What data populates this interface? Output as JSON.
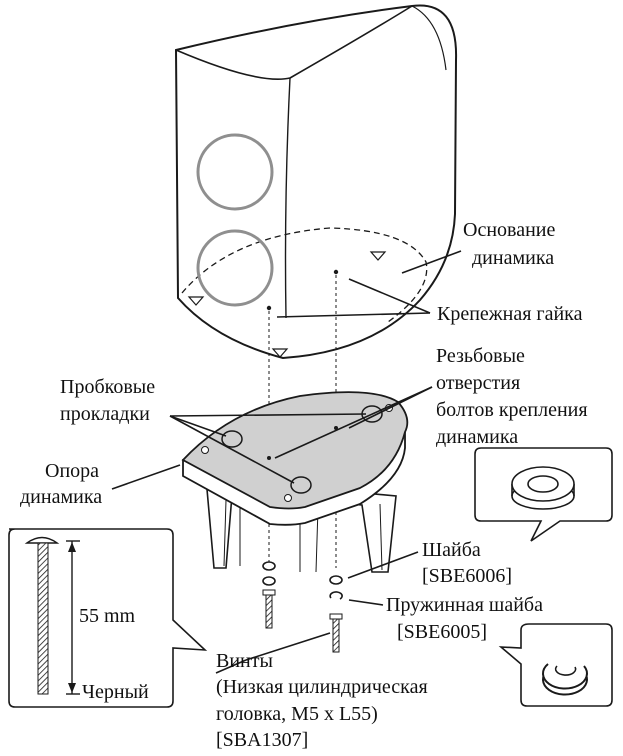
{
  "labels": {
    "speaker_base": [
      "Основание",
      "динамика"
    ],
    "mounting_nut": "Крепежная гайка",
    "threaded_holes": [
      "Резьбовые",
      "отверстия",
      "болтов крепления",
      "динамика"
    ],
    "cork_pads": [
      "Пробковые",
      "прокладки"
    ],
    "stand": [
      "Опора",
      "динамика"
    ],
    "washer": [
      "Шайба",
      "[SBE6006]"
    ],
    "spring_washer": [
      "Пружинная шайба",
      "[SBE6005]"
    ],
    "screws": [
      "Винты",
      "(Низкая цилиндрическая",
      "головка, M5 x L55)",
      "[SBA1307]"
    ],
    "screw_length": "55 mm",
    "screw_color": "Черный"
  },
  "colors": {
    "line": "#1a1a1a",
    "driver_ring": "#8f8f8f",
    "stand_top": "#d0d0d0",
    "white": "#ffffff"
  }
}
